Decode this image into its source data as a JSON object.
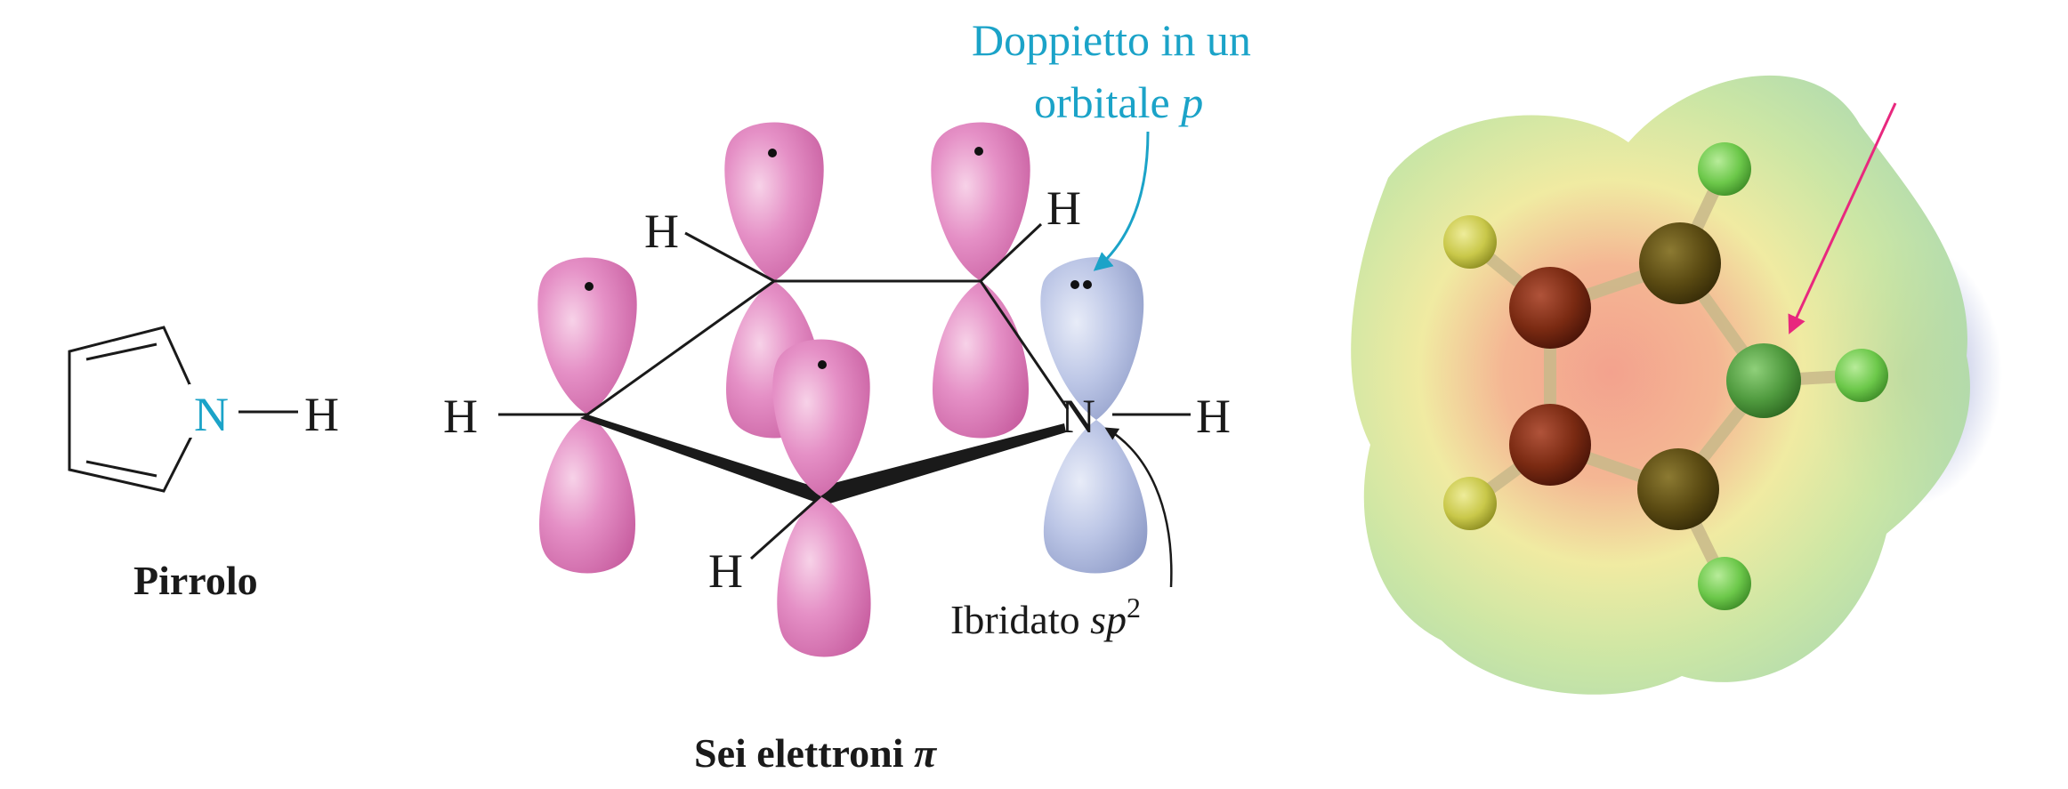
{
  "pyrrole": {
    "n_label": "N",
    "h_label": "H",
    "caption": "Pirrolo"
  },
  "orbital_diagram": {
    "h_top_left": "H",
    "h_top_right": "H",
    "h_left": "H",
    "h_bottom": "H",
    "n_label": "N",
    "h_n": "H",
    "note_lone_pair_line1": "Doppietto in un",
    "note_lone_pair_line2_prefix": "orbitale ",
    "note_lone_pair_line2_italic": "p",
    "note_hybrid_prefix": "Ibridato ",
    "note_hybrid_italic": "sp",
    "note_hybrid_sup": "2",
    "caption_prefix": "Sei elettroni ",
    "caption_symbol": "π"
  },
  "colors": {
    "p_orbital": "#de7fba",
    "n_orbital": "#b8c2e2",
    "blue_text": "#1ba3c8",
    "arrow_magenta": "#e8287e",
    "carbon_dark": "#7a2a12",
    "carbon_olive": "#5a4a12",
    "hydrogen_yellow": "#c9c84a",
    "hydrogen_green": "#6cc84a"
  }
}
